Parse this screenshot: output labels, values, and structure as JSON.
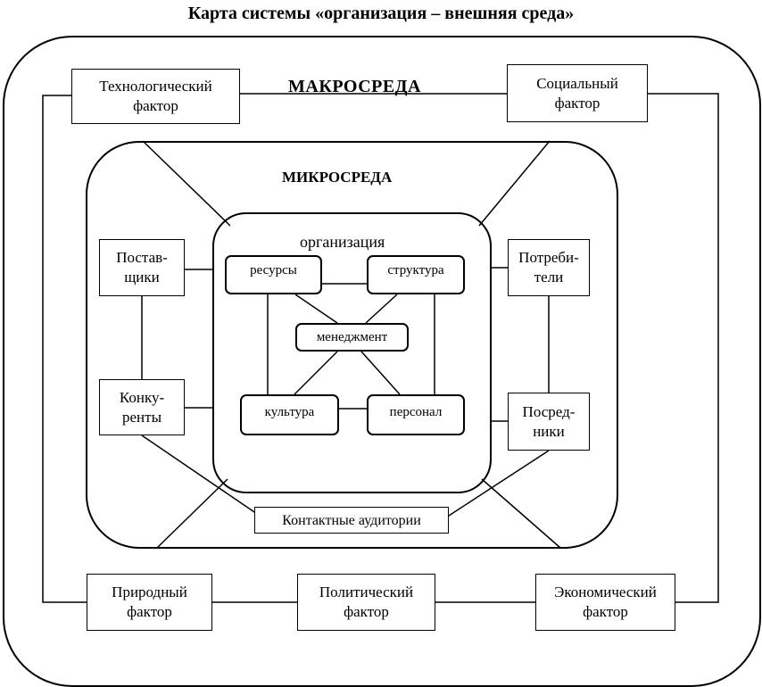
{
  "title": "Карта системы «организация – внешняя среда»",
  "macro": {
    "label": "МАКРОСРЕДА",
    "factors": {
      "technological": "Технологический\nфактор",
      "social": "Социальный\nфактор",
      "natural": "Природный\nфактор",
      "political": "Политический\nфактор",
      "economic": "Экономический\nфактор"
    }
  },
  "micro": {
    "label": "МИКРОСРЕДА",
    "suppliers": "Постав-\nщики",
    "competitors": "Конку-\nренты",
    "consumers": "Потреби-\nтели",
    "intermediaries": "Посред-\nники",
    "contact_audiences": "Контактные аудитории"
  },
  "organization": {
    "label": "организация",
    "resources": "ресурсы",
    "structure": "структура",
    "management": "менеджмент",
    "culture": "культура",
    "personnel": "персонал"
  }
}
